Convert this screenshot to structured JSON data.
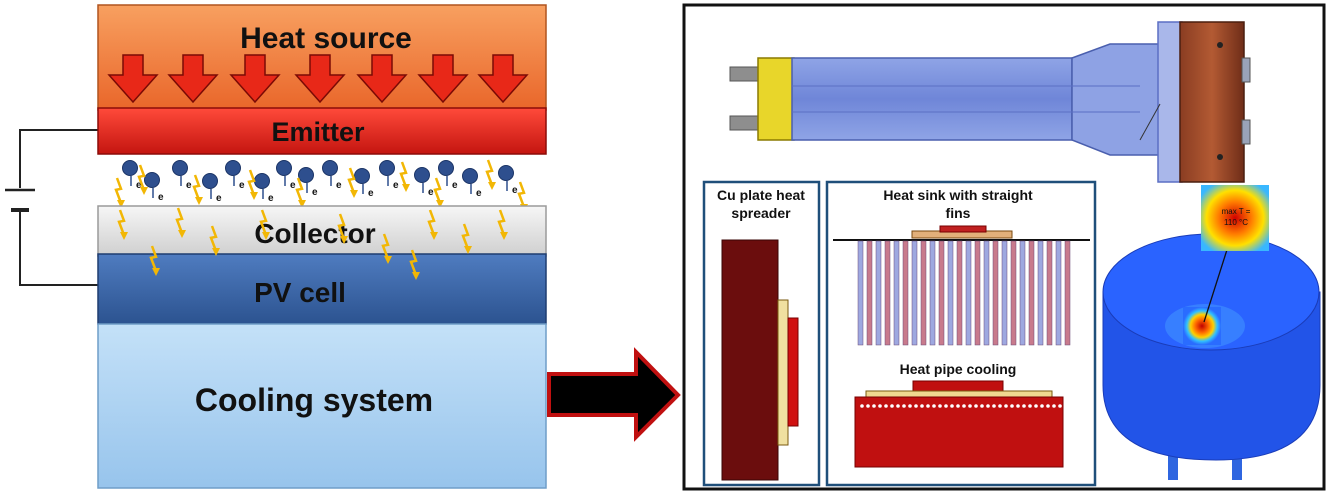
{
  "stack": {
    "heat_source": "Heat source",
    "emitter": "Emitter",
    "collector": "Collector",
    "pv_cell": "PV cell",
    "cooling_system": "Cooling system",
    "electron_symbol": "e",
    "electron_charge": "-"
  },
  "panels": {
    "cu_plate_line1": "Cu plate heat",
    "cu_plate_line2": "spreader",
    "heat_sink_line1": "Heat sink with straight",
    "heat_sink_line2": "fins",
    "heat_pipe": "Heat pipe cooling",
    "max_temp_line1": "max T =",
    "max_temp_line2": "110 °C"
  },
  "colors": {
    "heat_source": "#f07a35",
    "emitter": "#e8201a",
    "arrow": "#e82818",
    "collector": "#e6e6e6",
    "pv_cell": "#3a66a8",
    "cooling": "#a9d1f2",
    "electron": "#2e4f8e",
    "photon": "#f2b705",
    "panel_border": "#1f4f7a",
    "spreader": "#6b0d0d"
  }
}
